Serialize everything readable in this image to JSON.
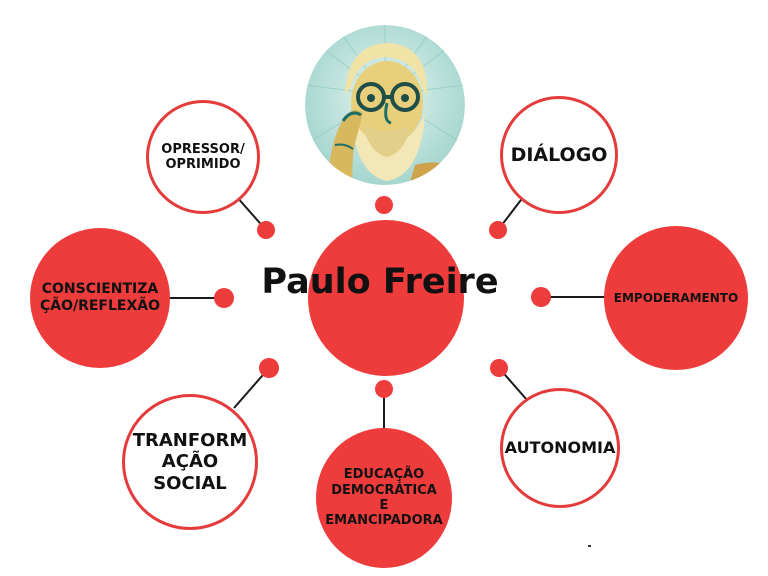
{
  "center": {
    "title": "Paulo Freire"
  },
  "concepts": {
    "opressor": "OPRESSOR/\nOPRIMIDO",
    "dialogo": "DIÁLOGO",
    "conscientizacao": "CONSCIENTIZA\nÇÃO/REFLEXÃO",
    "empoderamento": "EMPODERAMENTO",
    "transformacao": "TRANFORM\nAÇÃO\nSOCIAL",
    "educacao": "EDUCAÇÃO\nDEMOCRÁTICA\nE\nEMANCIPADORA",
    "autonomia": "AUTONOMIA"
  },
  "colors": {
    "accent_red": "#ee3b3b",
    "outline_red": "#e43b3b",
    "connector": "#1a1a1a",
    "text": "#111111",
    "portrait_background": "#b9e0dc",
    "portrait_skin": "#e8cf7c",
    "portrait_shadow": "#1f6e66"
  },
  "portrait": {
    "icon": "paulo-freire-portrait-icon"
  }
}
